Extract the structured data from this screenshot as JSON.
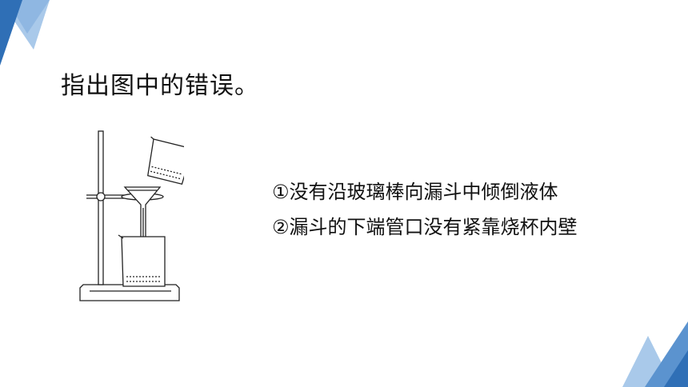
{
  "slide": {
    "question": "指出图中的错误。",
    "answers": [
      "①没有沿玻璃棒向漏斗中倾倒液体",
      "②漏斗的下端管口没有紧靠烧杯内壁"
    ]
  },
  "colors": {
    "accent_dark": "#2f6fb6",
    "accent_mid": "#5b93cf",
    "accent_light": "#a9c9ea",
    "text": "#111111"
  },
  "figure": {
    "icon": "filtration-apparatus-icon"
  }
}
